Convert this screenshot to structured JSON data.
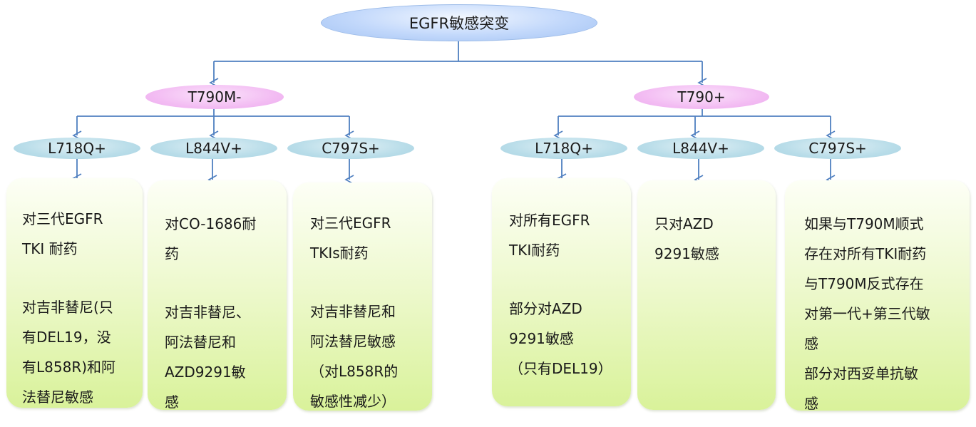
{
  "root": {
    "label": "EGFR敏感突变"
  },
  "branches": [
    {
      "label": "T790M-"
    },
    {
      "label": "T790+"
    }
  ],
  "mutations": [
    {
      "label": "L718Q+"
    },
    {
      "label": "L844V+"
    },
    {
      "label": "C797S+"
    },
    {
      "label": "L718Q+"
    },
    {
      "label": "L844V+"
    },
    {
      "label": "C797S+"
    }
  ],
  "cards": [
    {
      "lines": [
        "对三代EGFR",
        "TKI 耐药",
        "",
        "对吉非替尼(只",
        "有DEL19，没",
        "有L858R)和阿",
        "法替尼敏感"
      ]
    },
    {
      "lines": [
        "对CO-1686耐",
        "药",
        "",
        "对吉非替尼、",
        "阿法替尼和",
        "AZD9291敏",
        "感"
      ]
    },
    {
      "lines": [
        "对三代EGFR",
        "TKIs耐药",
        "",
        "对吉非替尼和",
        "阿法替尼敏感",
        "（对L858R的",
        "敏感性减少）"
      ]
    },
    {
      "lines": [
        "对所有EGFR",
        "TKI耐药",
        "",
        "部分对AZD",
        "9291敏感",
        "（只有DEL19）"
      ]
    },
    {
      "lines": [
        "只对AZD",
        "9291敏感"
      ]
    },
    {
      "lines": [
        "如果与T790M顺式",
        "存在对所有TKI耐药",
        "与T790M反式存在",
        "对第一代+第三代敏",
        "感",
        "部分对西妥单抗敏",
        "感"
      ]
    }
  ],
  "colors": {
    "connector": "#4f7fc0",
    "root_fill": "#c2d8fb",
    "branch_fill": "#f3bdf3",
    "mutation_fill": "#b9dde9",
    "card_fill": "#e6f6b8"
  }
}
